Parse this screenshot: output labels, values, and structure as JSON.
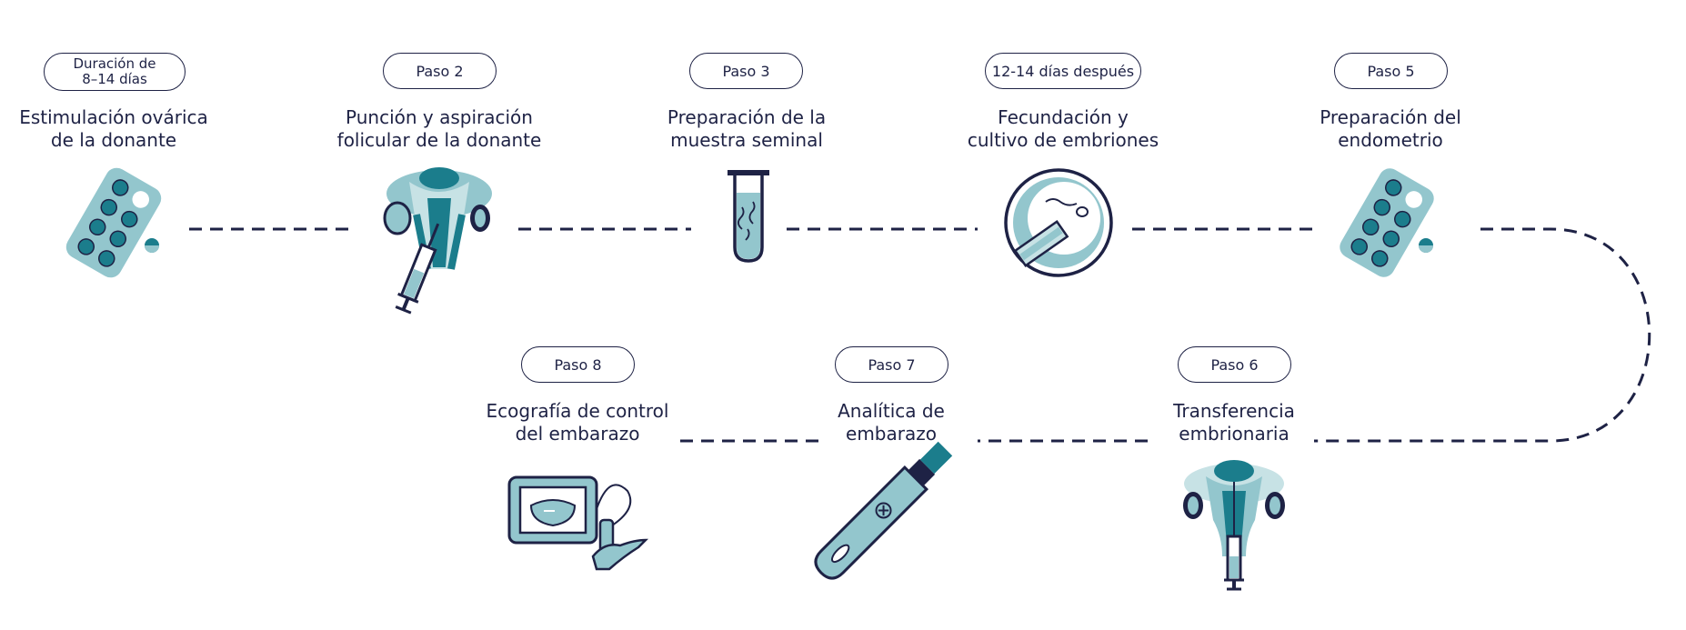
{
  "palette": {
    "dark": "#1e2245",
    "teal": "#1b7d8c",
    "light": "#93c6cd",
    "pale": "#c7e2e5"
  },
  "steps": [
    {
      "badge": "Duración de\n8–14 días",
      "title": "Estimulación ovárica\nde la donante",
      "icon": "pill-pack-icon"
    },
    {
      "badge": "Paso 2",
      "title": "Punción y aspiración\nfolicular de la donante",
      "icon": "uterus-syringe-icon"
    },
    {
      "badge": "Paso 3",
      "title": "Preparación de la\nmuestra seminal",
      "icon": "test-tube-icon"
    },
    {
      "badge": "12-14 días después",
      "title": "Fecundación y\ncultivo de embriones",
      "icon": "egg-sperm-icon"
    },
    {
      "badge": "Paso 5",
      "title": "Preparación del\nendometrio",
      "icon": "pill-pack-icon"
    },
    {
      "badge": "Paso 6",
      "title": "Transferencia\nembrionaria",
      "icon": "uterus-transfer-icon"
    },
    {
      "badge": "Paso 7",
      "title": "Analítica de\nembarazo",
      "icon": "pregnancy-test-icon"
    },
    {
      "badge": "Paso 8",
      "title": "Ecografía de control\ndel embarazo",
      "icon": "ultrasound-monitor-icon"
    }
  ]
}
